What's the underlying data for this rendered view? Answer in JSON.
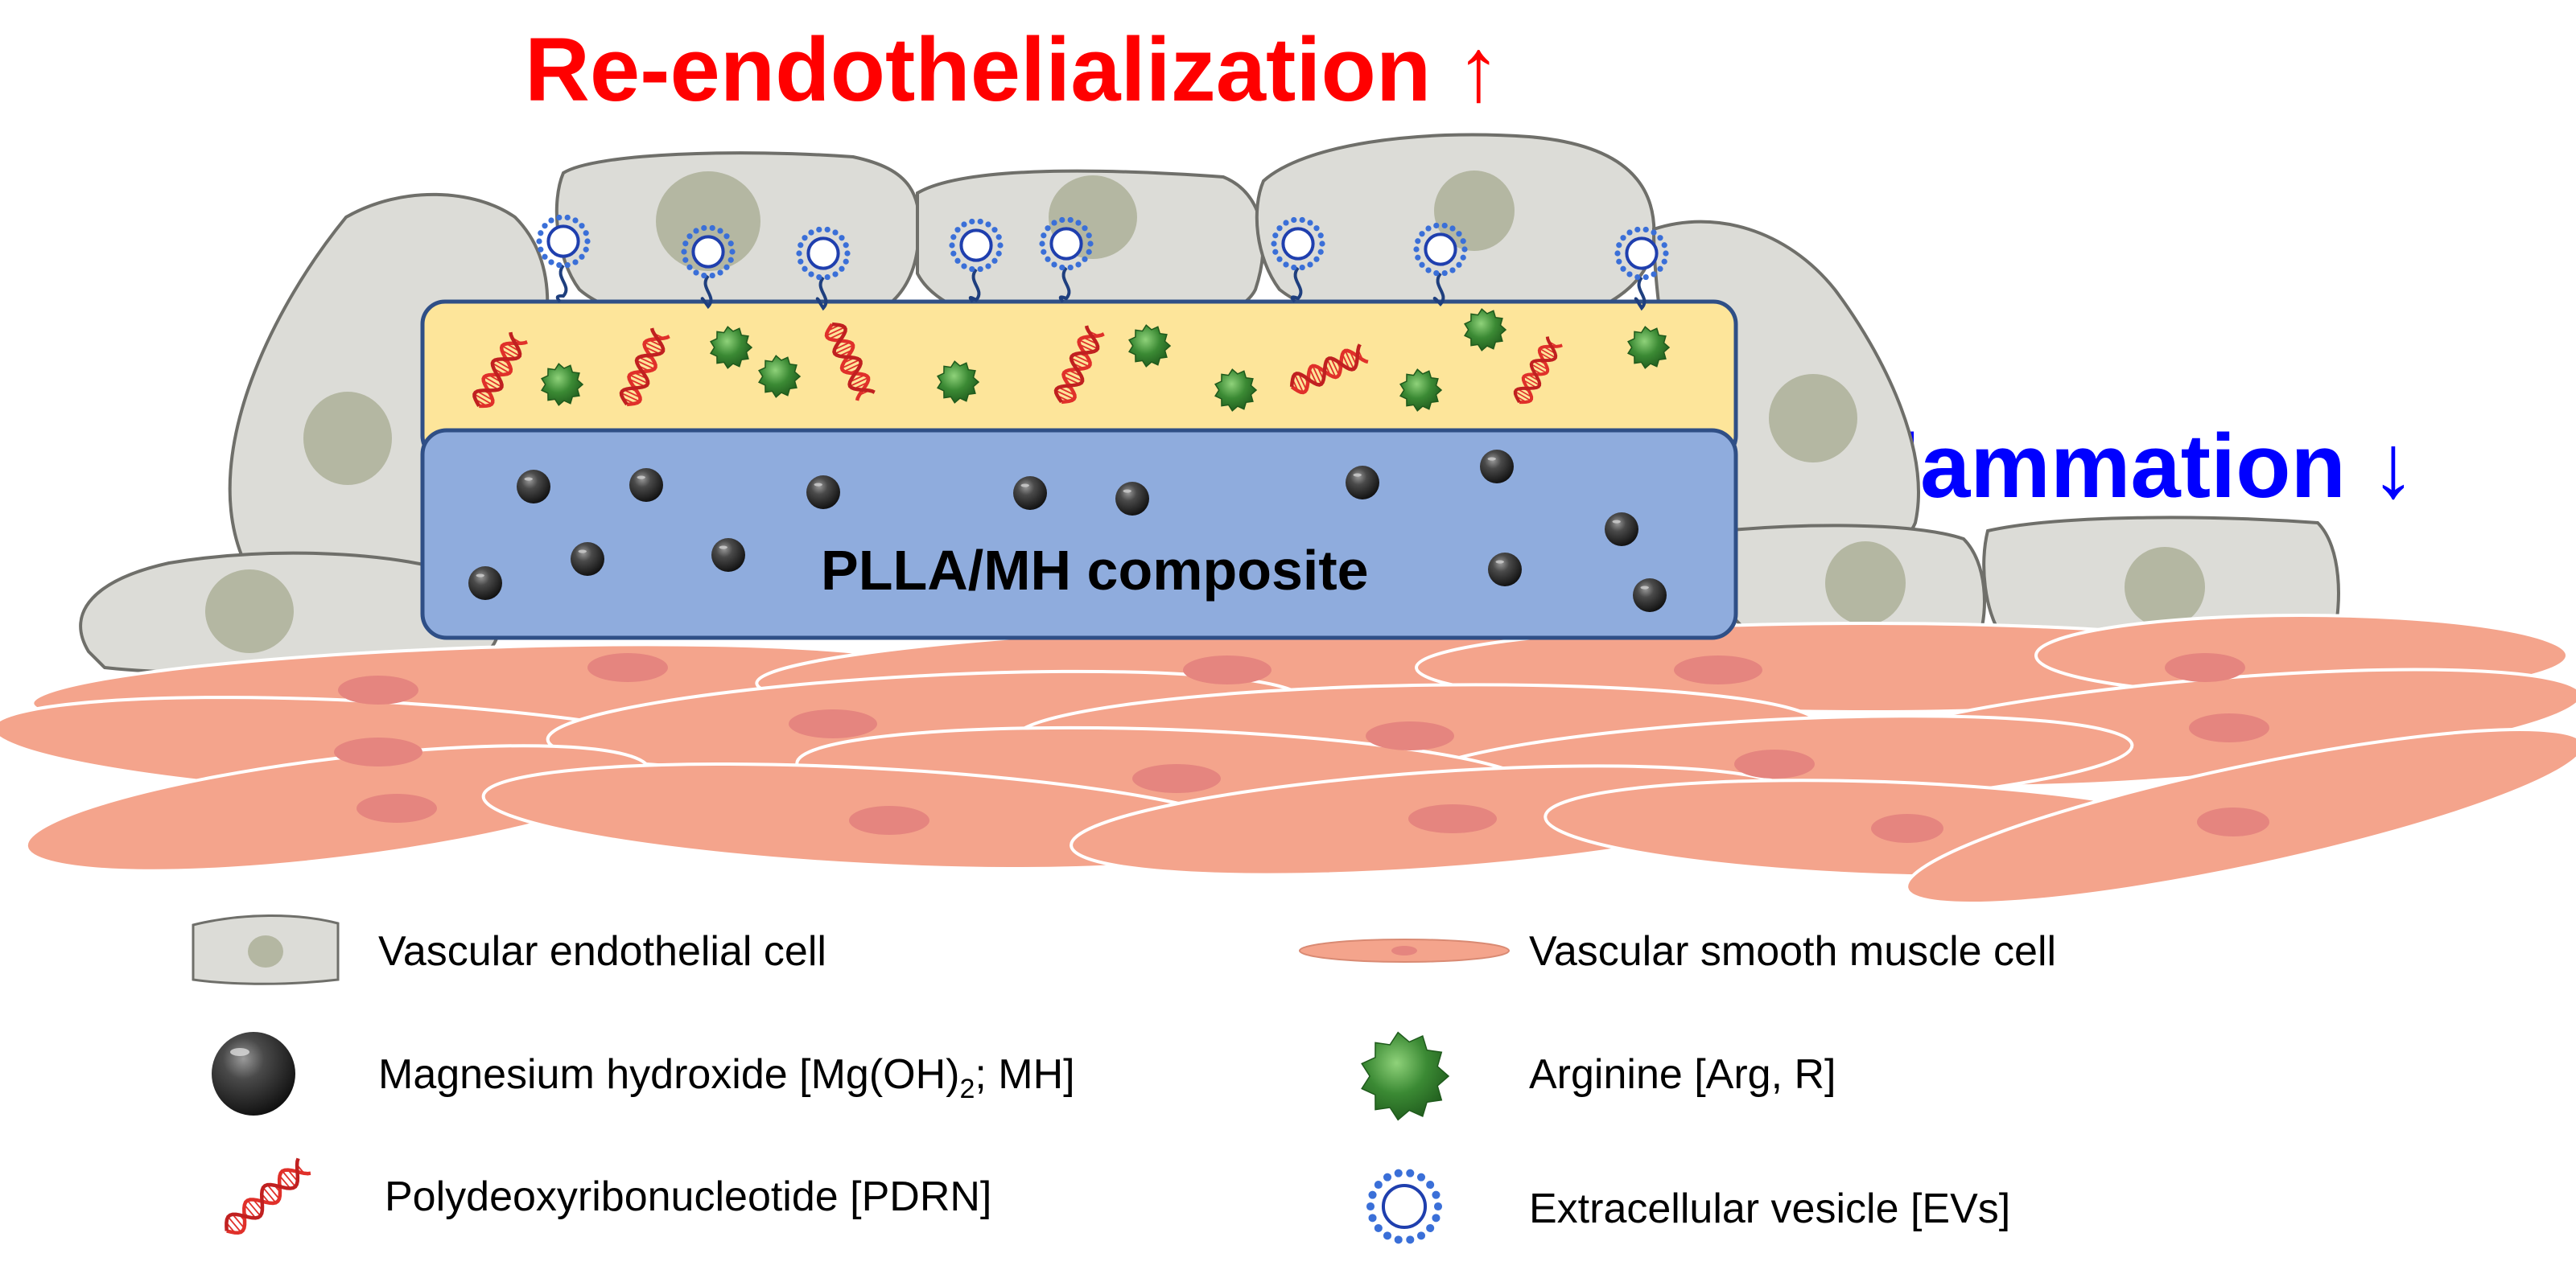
{
  "headline_top": "Re-endothelialization ↑",
  "headline_right": "Inflammation ↓",
  "composite_label": "PLLA/MH composite",
  "legend": {
    "endothelial": "Vascular endothelial cell",
    "smooth_muscle": "Vascular smooth muscle cell",
    "mh_prefix": "Magnesium hydroxide [Mg(OH)",
    "mh_sub": "2",
    "mh_suffix": "; MH]",
    "arginine": "Arginine [Arg, R]",
    "pdrn": "Polydeoxyribonucleotide [PDRN]",
    "evs": "Extracellular vesicle [EVs]"
  },
  "colors": {
    "headline_top": "#ff0000",
    "headline_right": "#0000ff",
    "endothelial_cell": "#dcdcd7",
    "endothelial_nucleus": "#b4b7a2",
    "smooth_muscle_cell": "#f4a48c",
    "smooth_muscle_nucleus": "#e5857f",
    "coating_layer": "#fde59a",
    "composite_layer": "#8facdd",
    "dna_strand": "#e0302a",
    "arginine": "#3b8a34",
    "vesicle": "#1f3fae"
  }
}
